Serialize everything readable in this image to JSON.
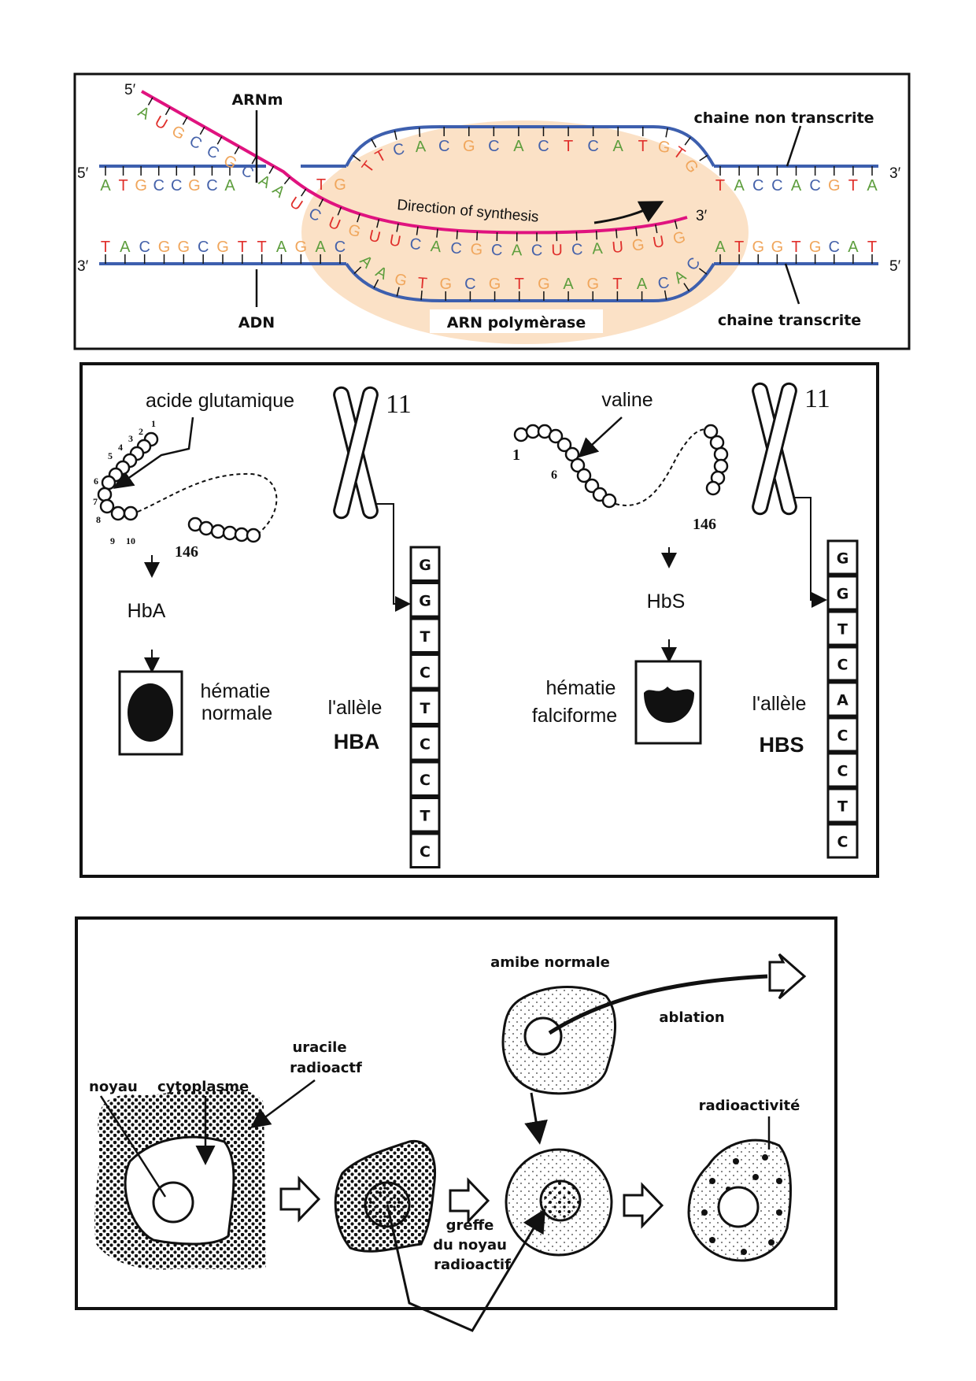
{
  "transcription": {
    "labels": {
      "arnm": "ARNm",
      "adn": "ADN",
      "polymerase": "ARN polymèrase",
      "non_transcribed": "chaine non transcrite",
      "transcribed": "chaine transcrite",
      "direction": "Direction of synthesis"
    },
    "ends": {
      "top_left": "5′",
      "top_right": "3′",
      "bottom_left": "3′",
      "bottom_right": "5′",
      "mrna_start": "5′",
      "mrna_end": "3′"
    },
    "sequences": {
      "top_left": "ATGCCGCA",
      "top_mid": "TG",
      "top_bubble": "TTCACGCACTCATGTG",
      "top_right": "TACCACGTA",
      "bottom_left": "TACGGCGTTAGAC",
      "bottom_bubble": "AAGTGCGTGAGTACAC",
      "bottom_right": "ATGGTGCAT",
      "mrna": "AUGCCGCAAUCUGUUCACGCACUCAUGUG"
    },
    "base_colors": {
      "A": "#5e9e3e",
      "T": "#e0302c",
      "U": "#e0302c",
      "G": "#f0a65c",
      "C": "#4562aa"
    },
    "colors": {
      "strand": "#3d5fae",
      "mrna": "#e0137f",
      "polymerase": "#fbe1c6"
    }
  },
  "hemoglobin": {
    "normal": {
      "amino_acid": "acide glutamique",
      "chromosome": "11",
      "positions": [
        "1",
        "2",
        "3",
        "4",
        "5",
        "6",
        "7",
        "8",
        "9",
        "10",
        "146"
      ],
      "protein": "HbA",
      "cell_label_1": "hématie",
      "cell_label_2": "normale",
      "allele_label": "l'allèle",
      "allele_name": "HBA",
      "sequence": [
        "G",
        "G",
        "T",
        "C",
        "T",
        "C",
        "C",
        "T",
        "C"
      ]
    },
    "sickle": {
      "amino_acid": "valine",
      "chromosome": "11",
      "positions": [
        "1",
        "6",
        "146"
      ],
      "protein": "HbS",
      "cell_label_1": "hématie",
      "cell_label_2": "falciforme",
      "allele_label": "l'allèle",
      "allele_name": "HBS",
      "sequence": [
        "G",
        "G",
        "T",
        "C",
        "A",
        "C",
        "C",
        "T",
        "C"
      ]
    }
  },
  "amoeba": {
    "labels": {
      "normal": "amibe normale",
      "ablation": "ablation",
      "uracil_1": "uracile",
      "uracil_2": "radioactf",
      "nucleus": "noyau",
      "cytoplasm": "cytoplasme",
      "graft_1": "greffe",
      "graft_2": "du noyau",
      "graft_3": "radioactif",
      "radioactivity": "radioactivité"
    }
  }
}
